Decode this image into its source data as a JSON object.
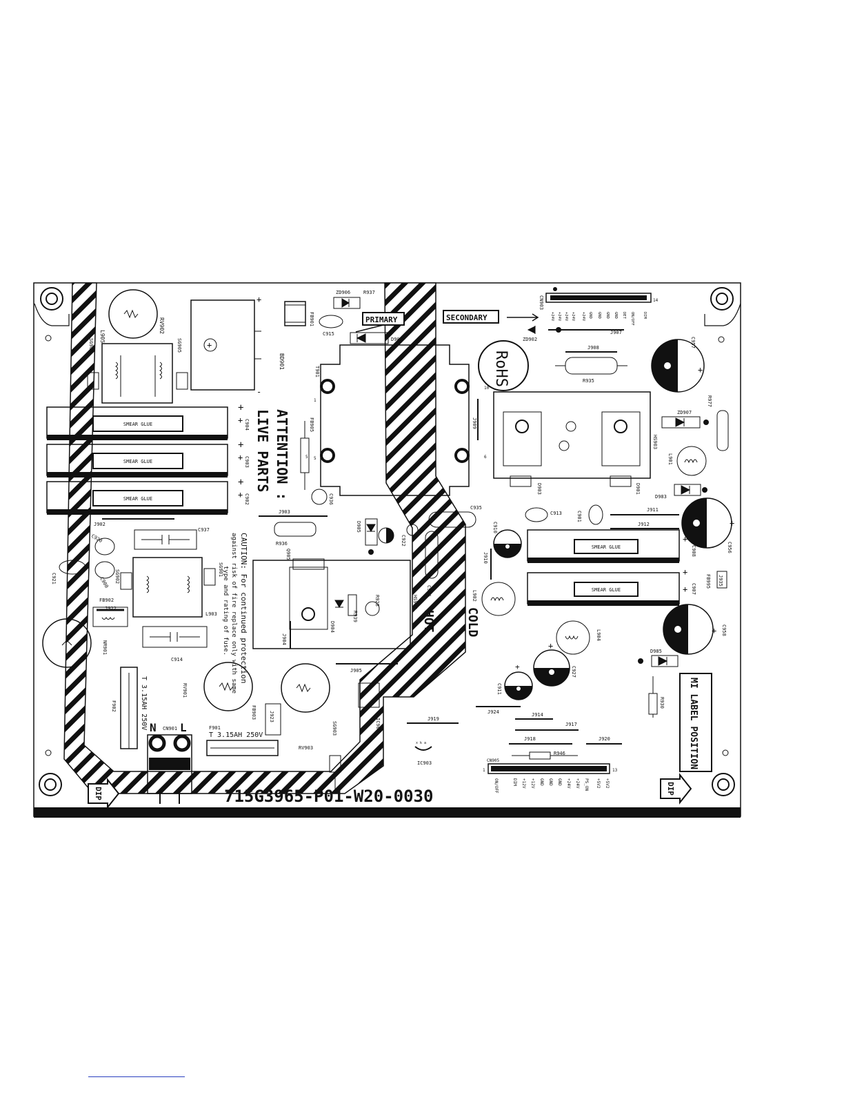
{
  "board": {
    "part_number": "715G3965-P01-W20-0030",
    "zone_primary": "PRIMARY",
    "zone_secondary": "SECONDARY",
    "zone_hot": "HOT",
    "zone_cold": "COLD",
    "rohs": "RoHS",
    "attention_line1": "ATTENTION :",
    "attention_line2": "LIVE PARTS",
    "caution_line1": "CAUTION: For continued protection",
    "caution_line2": "against risk of fire replace only with same",
    "caution_line3": "type and rating of fuse.",
    "fuse_f902_rating": "T 3.15AH 250V",
    "fuse_f901_rating": "T 3.15AH 250V",
    "mi_label": "MI LABEL POSITION",
    "dip": "DIP",
    "smear_glue": "SMEAR GLUE",
    "input_n": "N",
    "input_l": "L"
  },
  "components": {
    "rv902": "RV902",
    "bd901": "BD901",
    "fb901": "FB901",
    "c915": "C915",
    "zd906": "ZD906",
    "r937": "R937",
    "d902": "D902",
    "cn903": "CN903",
    "zd902": "ZD902",
    "j907": "J907",
    "j908": "J908",
    "r935": "R935",
    "c957": "C957",
    "r977": "R977",
    "zd907": "ZD907",
    "l901": "L901",
    "d983": "D983",
    "hs903": "HS903",
    "d903": "D903",
    "d901": "D901",
    "j909": "J909",
    "t901": "T901",
    "l905": "L905",
    "sg904": "SG904",
    "sg905": "SG905",
    "c904": "C904",
    "c903": "C903",
    "c902": "C902",
    "fb905": "FB905",
    "c936": "C936",
    "j902": "J902",
    "j903": "J903",
    "r936": "R936",
    "c937": "C937",
    "c920": "C920",
    "c921": "C921",
    "c900": "C900",
    "sg902": "SG902",
    "sg901": "SG901",
    "l903": "L903",
    "fb902": "FB902",
    "j922": "J922",
    "nr901": "NR901",
    "c914": "C914",
    "f902": "F902",
    "rv901": "RV901",
    "fb903": "FB903",
    "j923": "J923",
    "cn901": "CN901",
    "f901": "F901",
    "rv903": "RV903",
    "sg903": "SG903",
    "ic902": "IC902",
    "ic903": "IC903",
    "q905": "Q905",
    "hs905": "HS905",
    "r928": "R928",
    "r939": "R939",
    "d904": "D904",
    "j904": "J904",
    "j905": "J905",
    "d905": "D905",
    "c922": "C922",
    "c906": "C906",
    "c935": "C935",
    "c910": "C910",
    "j910": "J910",
    "c913": "C913",
    "c901": "C901",
    "j911": "J911",
    "j912": "J912",
    "c956": "C956",
    "c908": "C908",
    "c907": "C907",
    "fb995": "FB995",
    "j935": "J935",
    "l902": "L902",
    "l904": "L904",
    "c927": "C927",
    "c911": "C911",
    "c958": "C958",
    "d985": "D985",
    "r930": "R930",
    "j924": "J924",
    "j914": "J914",
    "j917": "J917",
    "j918": "J918",
    "j919": "J919",
    "j920": "J920",
    "r946": "R946",
    "cn905": "CN905"
  },
  "pins": {
    "cn903_pin_last": "14",
    "cn903_labels": [
      "+24V",
      "+24V",
      "+24V",
      "+24V",
      "+24V",
      "GND",
      "GND",
      "GND",
      "GND",
      "DET",
      "ON/OFF",
      "DIM"
    ],
    "cn905_pin_first": "1",
    "cn905_pin_last": "13",
    "cn905_labels": [
      "ON/OFF",
      "DIM",
      "+12V",
      "+12V",
      "GND",
      "GND",
      "GND",
      "+24V",
      "+24V",
      "PS_ON",
      "+5V2",
      "+5V2"
    ],
    "t901_pin1": "1",
    "t901_pin5": "5",
    "t901_pin6": "6",
    "t901_pin10": "10",
    "ic903_pins": "x k a"
  }
}
